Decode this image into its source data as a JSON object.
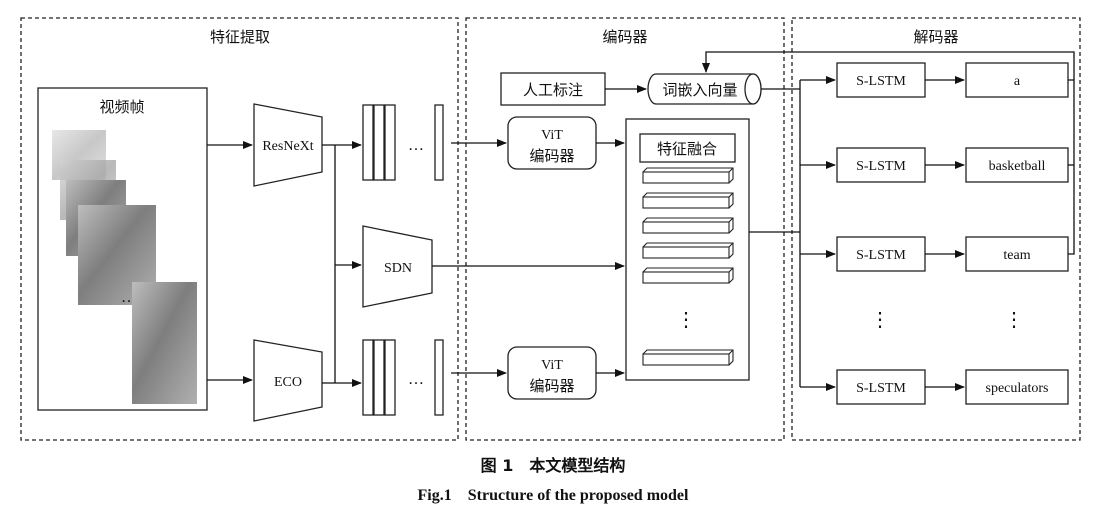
{
  "sections": {
    "feature_extraction": "特征提取",
    "encoder": "编码器",
    "decoder": "解码器"
  },
  "nodes": {
    "video_frames": "视频帧",
    "resnext": "ResNeXt",
    "sdn": "SDN",
    "eco": "ECO",
    "manual_label": "人工标注",
    "word_embedding": "词嵌入向量",
    "vit_line1": "ViT",
    "vit_line2": "编码器",
    "feature_fusion": "特征融合",
    "slstm": "S-LSTM",
    "ellipsis": "…",
    "vdots": "⋮"
  },
  "outputs": [
    "a",
    "basketball",
    "team",
    "speculators"
  ],
  "caption": {
    "cn": "图 1　本文模型结构",
    "en": "Fig.1　Structure of the proposed model"
  }
}
